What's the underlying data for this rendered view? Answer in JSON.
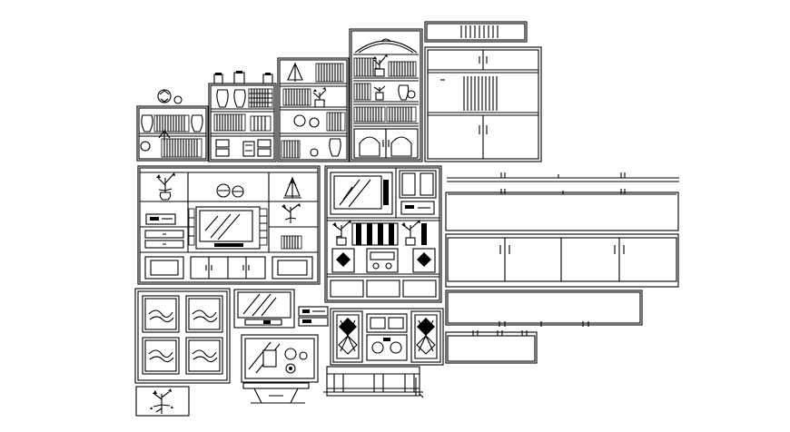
{
  "drawing": {
    "background": "#ffffff",
    "line_color": "#000000",
    "blocks": [
      "short-bookcase-with-vases",
      "tall-bookcase-with-drawers",
      "tall-bookcase-with-plant",
      "arched-display-cabinet",
      "wardrobe-cabinet",
      "wide-wall-entertainment-unit",
      "tv-stereo-entertainment-center",
      "long-sideboard-elevation",
      "long-sideboard-front",
      "framed-art-panel",
      "tv-set",
      "vcr-units",
      "stereo-system",
      "tv-stand-top-view",
      "tv-stand-elevation",
      "potted-plant-plan",
      "low-bench",
      "low-console-plan",
      "small-console-front"
    ]
  }
}
